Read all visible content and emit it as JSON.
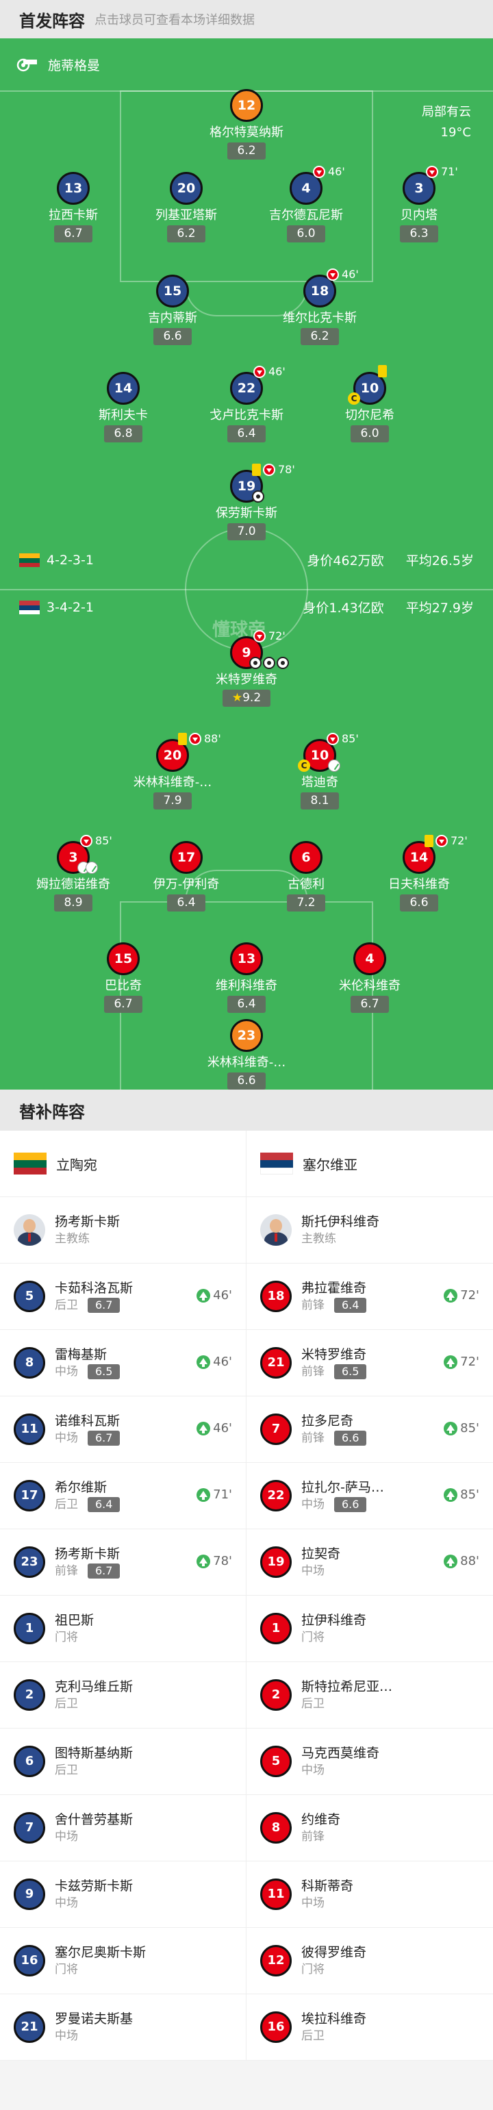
{
  "starting": {
    "title": "首发阵容",
    "hint": "点击球员可查看本场详细数据"
  },
  "venue": "施蒂格曼",
  "weather": {
    "cond": "局部有云",
    "temp": "19°C"
  },
  "watermark": "懂球帝",
  "home": {
    "formation": "4-2-3-1",
    "value": "身价462万欧",
    "avg_age": "平均26.5岁"
  },
  "away": {
    "formation": "3-4-2-1",
    "value": "身价1.43亿欧",
    "avg_age": "平均27.9岁"
  },
  "players": [
    {
      "num": "12",
      "name": "格尔特莫纳斯",
      "rating": "6.2"
    },
    {
      "num": "13",
      "name": "拉西卡斯",
      "rating": "6.7"
    },
    {
      "num": "20",
      "name": "列基亚塔斯",
      "rating": "6.2"
    },
    {
      "num": "4",
      "name": "吉尔德瓦尼斯",
      "rating": "6.0",
      "sub": "46'"
    },
    {
      "num": "3",
      "name": "贝内塔",
      "rating": "6.3",
      "sub": "71'"
    },
    {
      "num": "15",
      "name": "吉内蒂斯",
      "rating": "6.6"
    },
    {
      "num": "18",
      "name": "维尔比克卡斯",
      "rating": "6.2",
      "sub": "46'"
    },
    {
      "num": "14",
      "name": "斯利夫卡",
      "rating": "6.8"
    },
    {
      "num": "22",
      "name": "戈卢比克卡斯",
      "rating": "6.4",
      "sub": "46'"
    },
    {
      "num": "10",
      "name": "切尔尼希",
      "rating": "6.0"
    },
    {
      "num": "19",
      "name": "保劳斯卡斯",
      "rating": "7.0",
      "sub": "78'"
    },
    {
      "num": "9",
      "name": "米特罗维奇",
      "rating": "9.2",
      "sub": "72'"
    },
    {
      "num": "20",
      "name": "米林科维奇-…",
      "rating": "7.9",
      "sub": "88'"
    },
    {
      "num": "10",
      "name": "塔迪奇",
      "rating": "8.1",
      "sub": "85'"
    },
    {
      "num": "3",
      "name": "姆拉德诺维奇",
      "rating": "8.9",
      "sub": "85'"
    },
    {
      "num": "17",
      "name": "伊万-伊利奇",
      "rating": "6.4"
    },
    {
      "num": "6",
      "name": "古德利",
      "rating": "7.2"
    },
    {
      "num": "14",
      "name": "日夫科维奇",
      "rating": "6.6",
      "sub": "72'"
    },
    {
      "num": "15",
      "name": "巴比奇",
      "rating": "6.7"
    },
    {
      "num": "13",
      "name": "维利科维奇",
      "rating": "6.4"
    },
    {
      "num": "4",
      "name": "米伦科维奇",
      "rating": "6.7"
    },
    {
      "num": "23",
      "name": "米林科维奇-…",
      "rating": "6.6"
    }
  ],
  "subs_section": {
    "title": "替补阵容"
  },
  "home_team": {
    "name": "立陶宛"
  },
  "away_team": {
    "name": "塞尔维亚"
  },
  "home_coach": {
    "name": "扬考斯卡斯",
    "role": "主教练"
  },
  "away_coach": {
    "name": "斯托伊科维奇",
    "role": "主教练"
  },
  "home_subs": [
    {
      "num": "5",
      "name": "卡茹科洛瓦斯",
      "pos": "后卫",
      "rating": "6.7",
      "time": "46'"
    },
    {
      "num": "8",
      "name": "雷梅基斯",
      "pos": "中场",
      "rating": "6.5",
      "time": "46'"
    },
    {
      "num": "11",
      "name": "诺维科瓦斯",
      "pos": "中场",
      "rating": "6.7",
      "time": "46'"
    },
    {
      "num": "17",
      "name": "希尔维斯",
      "pos": "后卫",
      "rating": "6.4",
      "time": "71'"
    },
    {
      "num": "23",
      "name": "扬考斯卡斯",
      "pos": "前锋",
      "rating": "6.7",
      "time": "78'"
    },
    {
      "num": "1",
      "name": "祖巴斯",
      "pos": "门将"
    },
    {
      "num": "2",
      "name": "克利马维丘斯",
      "pos": "后卫"
    },
    {
      "num": "6",
      "name": "图特斯基纳斯",
      "pos": "后卫"
    },
    {
      "num": "7",
      "name": "舍什普劳基斯",
      "pos": "中场"
    },
    {
      "num": "9",
      "name": "卡兹劳斯卡斯",
      "pos": "中场"
    },
    {
      "num": "16",
      "name": "塞尔尼奥斯卡斯",
      "pos": "门将"
    },
    {
      "num": "21",
      "name": "罗曼诺夫斯基",
      "pos": "中场"
    }
  ],
  "away_subs": [
    {
      "num": "18",
      "name": "弗拉霍维奇",
      "pos": "前锋",
      "rating": "6.4",
      "time": "72'"
    },
    {
      "num": "21",
      "name": "米特罗维奇",
      "pos": "前锋",
      "rating": "6.5",
      "time": "72'"
    },
    {
      "num": "7",
      "name": "拉多尼奇",
      "pos": "前锋",
      "rating": "6.6",
      "time": "85'"
    },
    {
      "num": "22",
      "name": "拉扎尔-萨马…",
      "pos": "中场",
      "rating": "6.6",
      "time": "85'"
    },
    {
      "num": "19",
      "name": "拉契奇",
      "pos": "中场",
      "time": "88'"
    },
    {
      "num": "1",
      "name": "拉伊科维奇",
      "pos": "门将"
    },
    {
      "num": "2",
      "name": "斯特拉希尼亚…",
      "pos": "后卫"
    },
    {
      "num": "5",
      "name": "马克西莫维奇",
      "pos": "中场"
    },
    {
      "num": "8",
      "name": "约维奇",
      "pos": "前锋"
    },
    {
      "num": "11",
      "name": "科斯蒂奇",
      "pos": "中场"
    },
    {
      "num": "12",
      "name": "彼得罗维奇",
      "pos": "门将"
    },
    {
      "num": "16",
      "name": "埃拉科维奇",
      "pos": "后卫"
    }
  ]
}
